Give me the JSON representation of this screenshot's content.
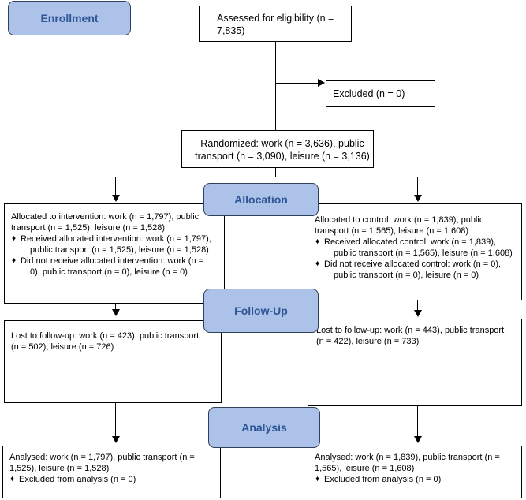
{
  "stages": {
    "enrollment": "Enrollment",
    "allocation": "Allocation",
    "followup": "Follow-Up",
    "analysis": "Analysis"
  },
  "assessed": {
    "line1": "Assessed for eligibility (n =",
    "line2": "7,835)"
  },
  "excluded": "Excluded (n = 0)",
  "randomized": {
    "line1": "Randomized: work (n = 3,636), public",
    "line2": "transport (n = 3,090), leisure (n = 3,136)"
  },
  "intervention": {
    "head_label": "Allocated to intervention:",
    "head_rest": " work (n = 1,797), public",
    "line2": "transport (n = 1,525), leisure (n = 1,528)",
    "received1": "Received allocated intervention: work (n = 1,797),",
    "received2": "public transport (n = 1,525), leisure (n = 1,528)",
    "notreceived1": "Did not receive allocated intervention: work (n =",
    "notreceived2": "0), public transport (n = 0), leisure (n = 0)"
  },
  "control": {
    "head_label": "Allocated to control:",
    "head_rest": " work (n = 1,839), public",
    "line2": "transport (n = 1,565), leisure (n = 1,608)",
    "received1": "Received allocated control: work (n = 1,839),",
    "received2": "public transport (n = 1,565), leisure (n = 1,608)",
    "notreceived1": "Did not receive allocated control: work (n = 0),",
    "notreceived2": "public transport (n = 0), leisure (n = 0)"
  },
  "followup_left": {
    "label": "Lost to follow-up:",
    "rest": " work (n = 423), public transport",
    "line2": "(n = 502), leisure (n = 726)"
  },
  "followup_right": {
    "label": "Lost to follow-up:",
    "rest": " work (n = 443), public transport",
    "line2": "(n = 422), leisure (n = 733)"
  },
  "analysis_left": {
    "label": "Analysed:",
    "rest": " work (n = 1,797), public transport (n =",
    "line2": "1,525), leisure (n = 1,528)",
    "excluded": "Excluded from analysis (n = 0)"
  },
  "analysis_right": {
    "label": "Analysed:",
    "rest": " work (n = 1,839), public transport (n =",
    "line2": "1,565), leisure (n = 1,608)",
    "excluded": "Excluded from analysis (n = 0)"
  },
  "bullet": "♦"
}
